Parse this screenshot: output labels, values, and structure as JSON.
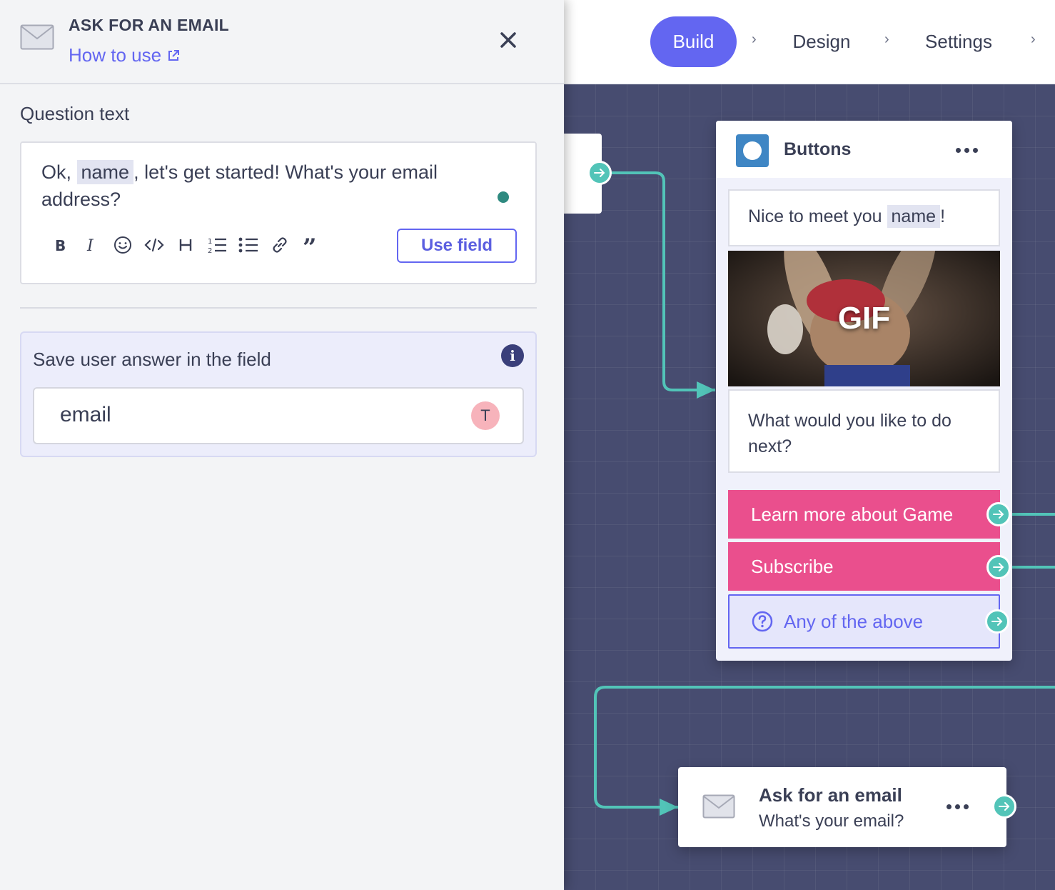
{
  "colors": {
    "accent": "#6366f1",
    "canvas": "#474c70",
    "connector": "#52c4b8",
    "choice_button": "#ea4f8d",
    "type_badge": "#f7b3bb"
  },
  "nav": {
    "steps": [
      {
        "label": "Build",
        "active": true
      },
      {
        "label": "Design",
        "active": false
      },
      {
        "label": "Settings",
        "active": false
      }
    ]
  },
  "panel": {
    "icon": "envelope-icon",
    "title": "ASK FOR AN EMAIL",
    "help_link": "How to use",
    "question_label": "Question text",
    "question": {
      "before": "Ok, ",
      "variable": "name",
      "after": ", let's get started! What's your email address?"
    },
    "toolbar": [
      "bold-icon",
      "italic-icon",
      "emoji-icon",
      "code-icon",
      "heading-icon",
      "ordered-list-icon",
      "bullet-list-icon",
      "link-icon",
      "quote-icon"
    ],
    "use_field_label": "Use field",
    "save_label": "Save user answer in the field",
    "field_value": "email",
    "field_type": "T"
  },
  "buttons_node": {
    "title": "Buttons",
    "message1": {
      "before": "Nice to meet you ",
      "variable": "name",
      "after": "!"
    },
    "gif_label": "GIF",
    "message2": "What would you like to do next?",
    "choices": [
      "Learn more about Game",
      "Subscribe"
    ],
    "fallback": "Any of the above"
  },
  "email_node": {
    "title": "Ask for an email",
    "subtitle": "What's your email?"
  }
}
